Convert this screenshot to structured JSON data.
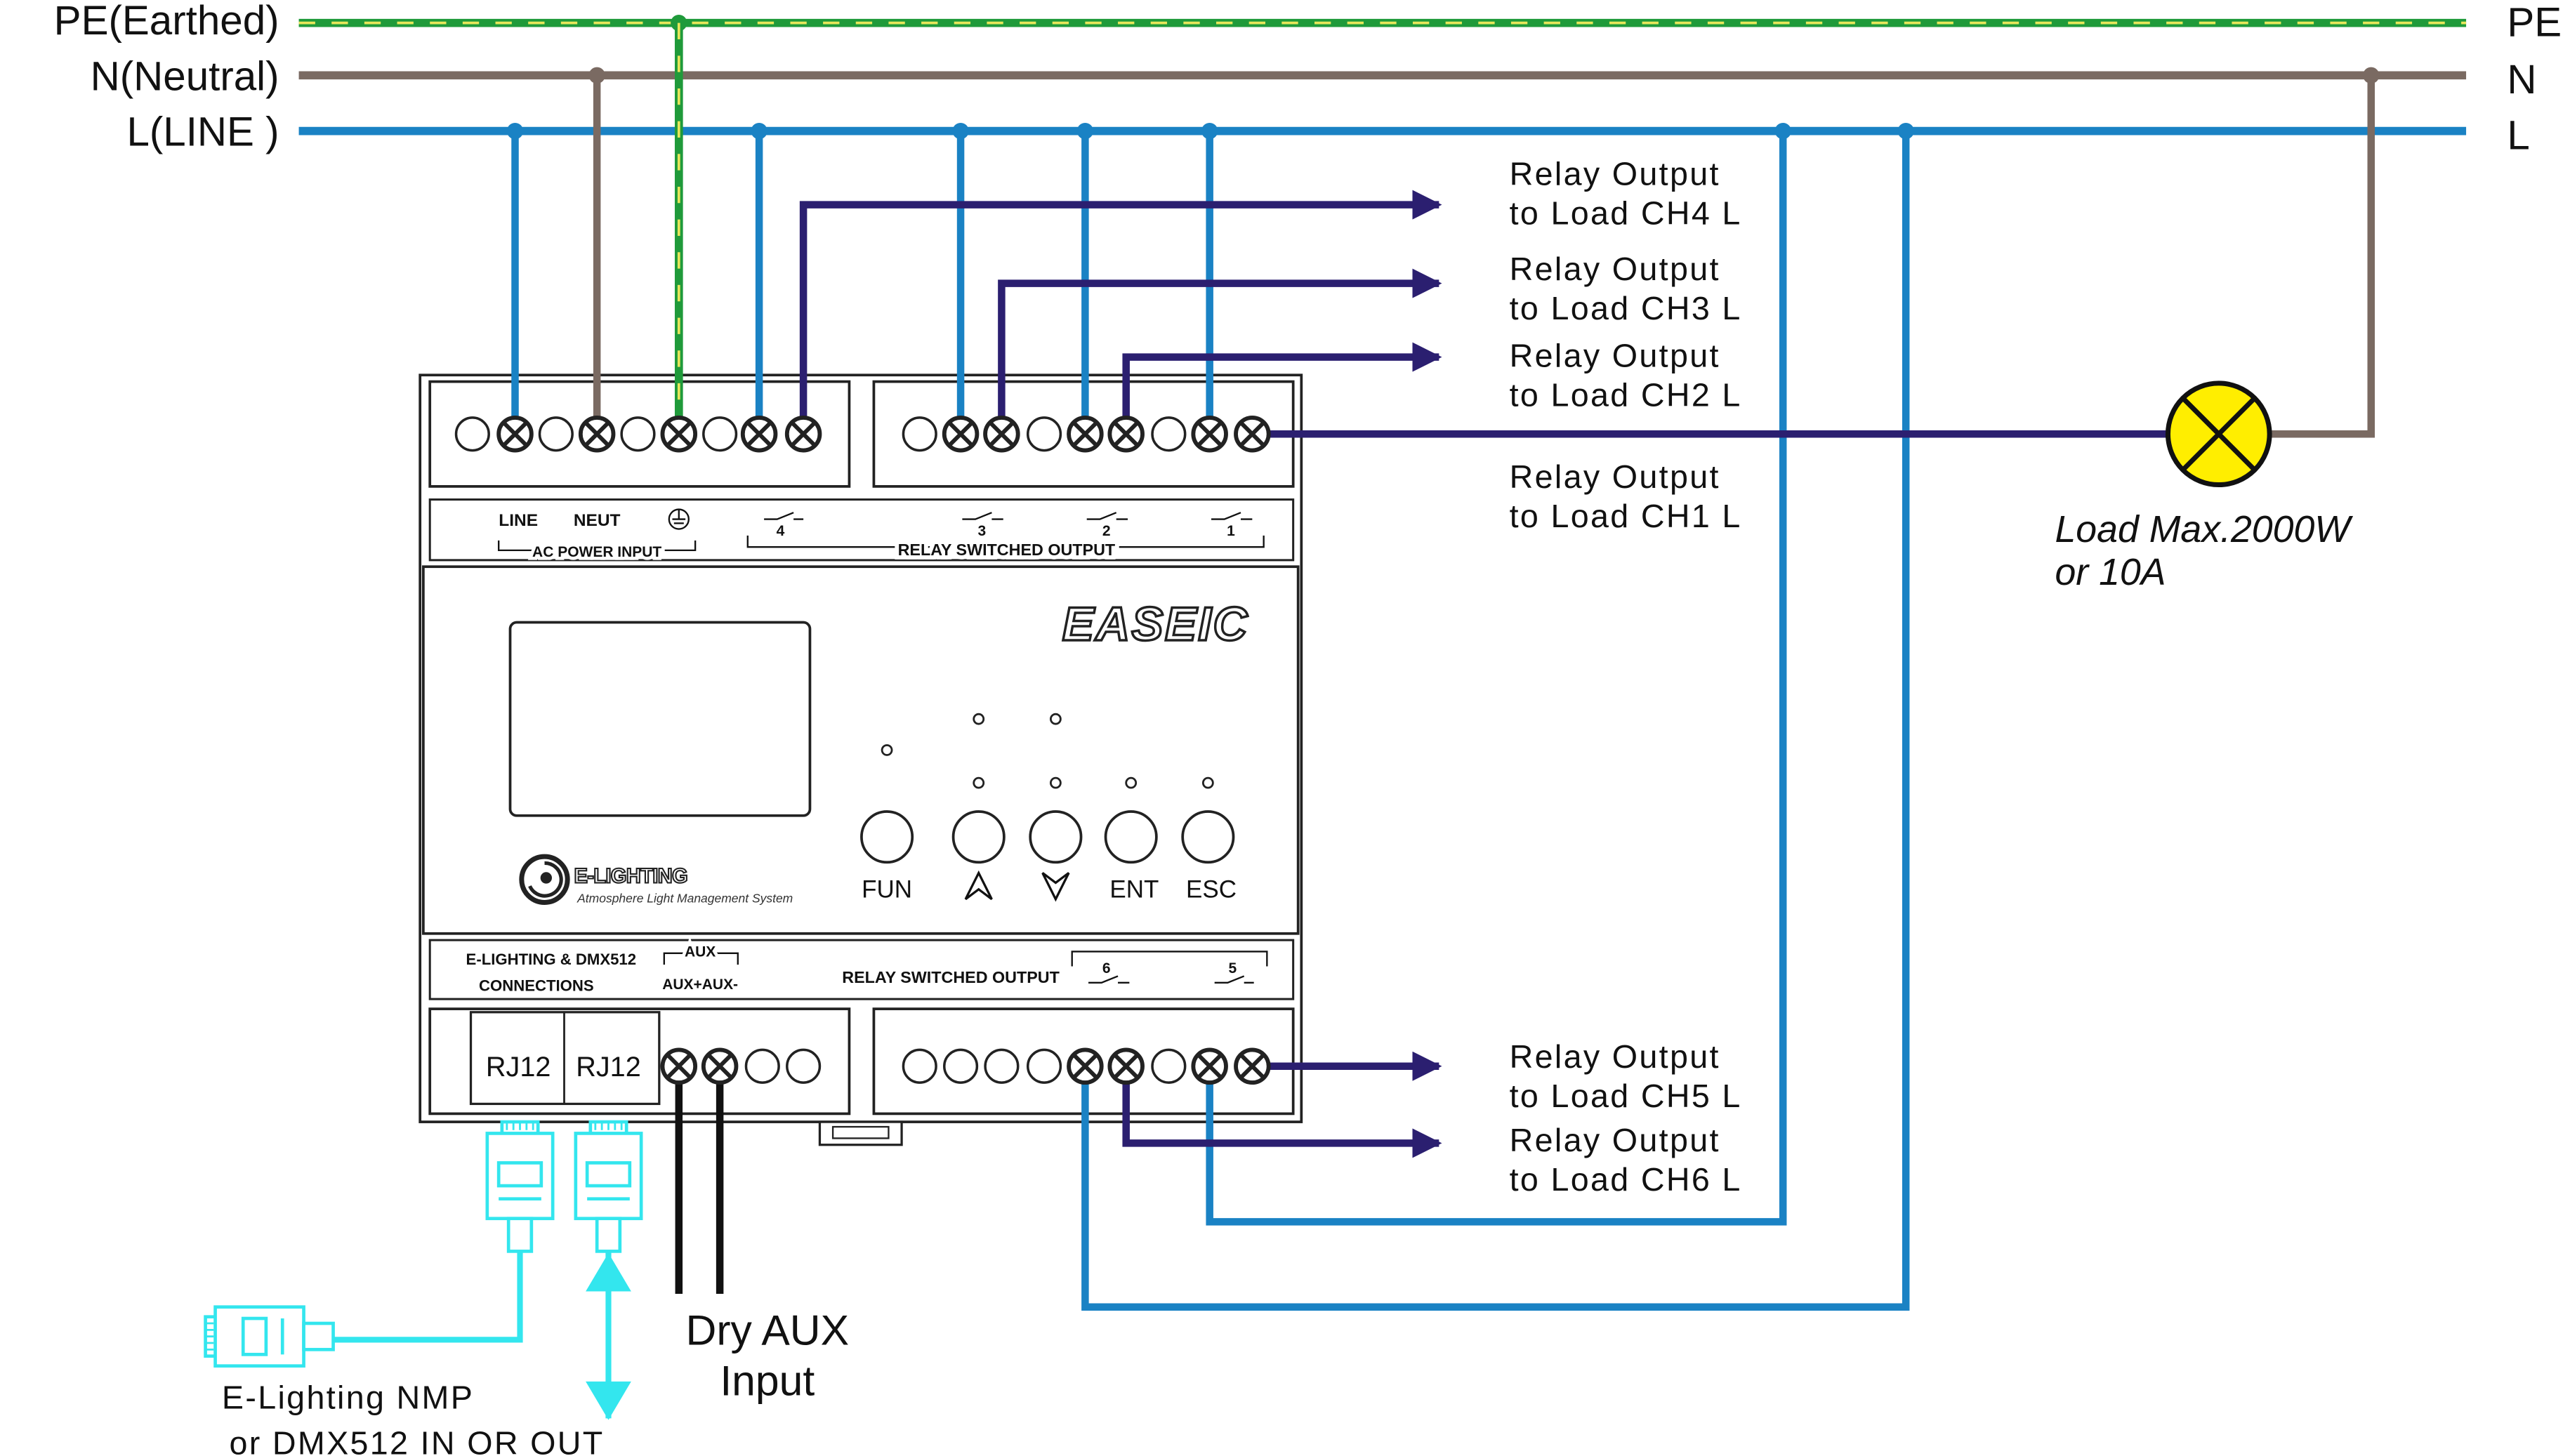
{
  "bus": {
    "pe_label": "PE(Earthed)",
    "n_label": "N(Neutral)",
    "l_label": "L(LINE )",
    "pe_right": "PE",
    "n_right": "N",
    "l_right": "L"
  },
  "relay_outputs": {
    "ch4_line1": "Relay Output",
    "ch4_line2": "to Load CH4 L",
    "ch3_line1": "Relay Output",
    "ch3_line2": "to Load CH3 L",
    "ch2_line1": "Relay Output",
    "ch2_line2": "to Load CH2 L",
    "ch1_line1": "Relay Output",
    "ch1_line2": "to Load CH1 L",
    "ch5_line1": "Relay Output",
    "ch5_line2": "to Load CH5 L",
    "ch6_line1": "Relay Output",
    "ch6_line2": "to Load CH6 L"
  },
  "load": {
    "line1": "Load Max.2000W",
    "line2": "or 10A"
  },
  "device": {
    "brand": "EASEIC",
    "logo_name": "E-LIGHTING",
    "logo_tagline": "Atmosphere Light Management System",
    "line_label": "LINE",
    "neut_label": "NEUT",
    "ac_power_input": "AC POWER INPUT",
    "relay_switched_output": "RELAY SWITCHED OUTPUT",
    "ch_4": "4",
    "ch_3": "3",
    "ch_2": "2",
    "ch_1": "1",
    "ch_6": "6",
    "ch_5": "5",
    "connections_line1": "E-LIGHTING & DMX512",
    "connections_line2": "CONNECTIONS",
    "aux_label": "AUX",
    "aux_pm": "AUX+AUX-",
    "relay_switched_output_lower": "RELAY SWITCHED OUTPUT",
    "rj12_a": "RJ12",
    "rj12_b": "RJ12",
    "btn_fun": "FUN",
    "btn_ent": "ENT",
    "btn_esc": "ESC"
  },
  "aux_input": {
    "line1": "Dry AUX",
    "line2": "Input"
  },
  "network": {
    "line1": "E-Lighting NMP",
    "line2": "or DMX512 IN OR OUT"
  },
  "colors": {
    "line_blue": "#1a82c4",
    "neutral_brown": "#7a6a62",
    "earth_green": "#1f9a3a",
    "earth_yellow": "#e8e65a",
    "relay_navy": "#2b1f70",
    "cyan": "#33e6ee",
    "lamp_yellow": "#ffee00"
  }
}
